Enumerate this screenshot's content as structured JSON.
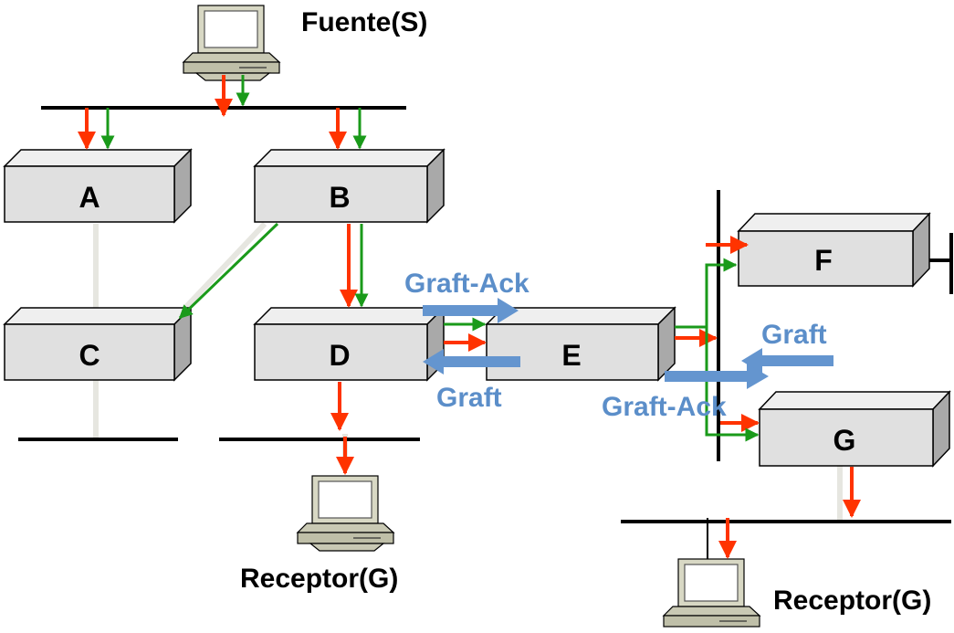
{
  "source_label": "Fuente(S)",
  "receptor_left_label": "Receptor(G)",
  "receptor_right_label": "Receptor(G)",
  "nodes": {
    "a": "A",
    "b": "B",
    "c": "C",
    "d": "D",
    "e": "E",
    "f": "F",
    "g": "G"
  },
  "messages": {
    "graft_ack_top": "Graft-Ack",
    "graft_bottom": "Graft",
    "graft_right": "Graft",
    "graft_ack_right": "Graft-Ack"
  },
  "colors": {
    "data_flow": "#ff3300",
    "prune_flow": "#1a9a1a",
    "graft_message": "#5b8ec9",
    "box_face": "#e0e0e0",
    "box_top": "#efefef",
    "box_side": "#a9a9a9"
  }
}
